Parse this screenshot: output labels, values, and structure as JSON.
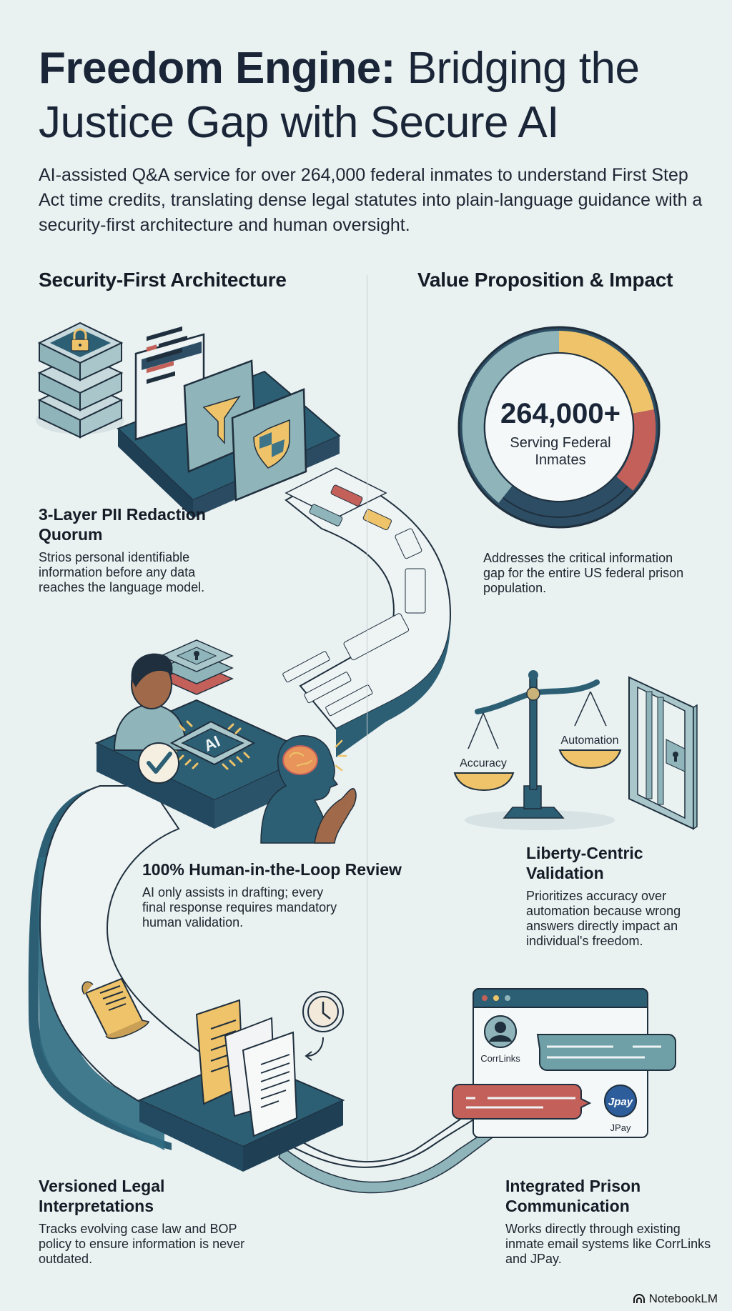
{
  "header": {
    "title_bold": "Freedom Engine:",
    "title_rest": " Bridging the Justice Gap with Secure AI",
    "subtitle": "AI-assisted Q&A service for over 264,000 federal inmates to understand First Step Act time credits, translating dense legal statutes into plain-language guidance with a security-first architecture and human oversight."
  },
  "left_column": {
    "heading": "Security-First Architecture",
    "cards": [
      {
        "title": "3-Layer PII Redaction Quorum",
        "body": "Strios personal identifiable information before any data reaches the language model."
      },
      {
        "title": "100% Human-in-the-Loop Review",
        "body": "AI only assists in drafting; every final response requires mandatory human validation."
      },
      {
        "title": "Versioned Legal Interpretations",
        "body": "Tracks evolving case law and BOP policy to ensure information is never outdated."
      }
    ]
  },
  "right_column": {
    "heading": "Value Proposition & Impact",
    "stat": {
      "number": "264,000+",
      "label": "Serving Federal Inmates",
      "body": "Addresses the critical information gap for the entire US federal prison population."
    },
    "scale": {
      "left_label": "Accuracy",
      "right_label": "Automation"
    },
    "cards": [
      {
        "title": "Liberty-Centric Validation",
        "body": "Prioritizes accuracy over automation because wrong answers directly impact an individual's freedom."
      },
      {
        "title": "Integrated Prison Communication",
        "body": "Works directly through existing inmate email systems like CorrLinks and JPay."
      }
    ],
    "chat": {
      "sender_a": "CorrLinks",
      "sender_b": "JPay",
      "logo_b": "Jpay"
    }
  },
  "illustration": {
    "chip_label": "AI",
    "icons": [
      "server-lock-icon",
      "document-redacted-icon",
      "filter-funnel-icon",
      "shield-icon",
      "ai-chip-icon",
      "person-icon",
      "checkmark-icon",
      "brain-head-icon",
      "scroll-icon",
      "clock-icon",
      "scales-icon",
      "jail-door-icon",
      "chat-window-icon"
    ]
  },
  "colors": {
    "background": "#e9f1f1",
    "navy": "#2c4d63",
    "teal": "#3d6f84",
    "light_teal": "#8fb4ba",
    "gold": "#eec36a",
    "red": "#c4605a",
    "track": "#eef3f4"
  },
  "ring_chart": {
    "segments": [
      {
        "color": "#eec36a",
        "start_deg": 0,
        "end_deg": 80
      },
      {
        "color": "#c4605a",
        "start_deg": 80,
        "end_deg": 150
      },
      {
        "color": "#2c4d63",
        "start_deg": 150,
        "end_deg": 240
      },
      {
        "color": "#8fb4ba",
        "start_deg": 240,
        "end_deg": 360
      }
    ]
  },
  "footer": {
    "brand": "NotebookLM"
  }
}
